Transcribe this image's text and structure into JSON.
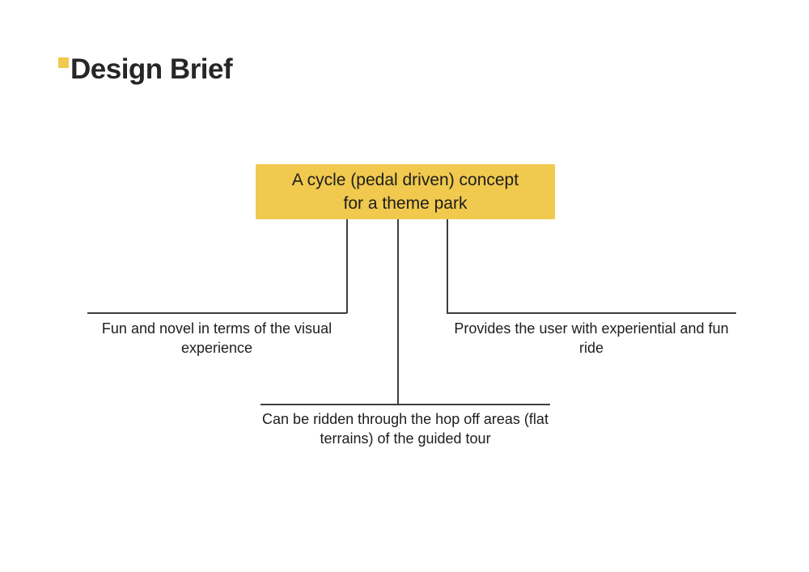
{
  "page": {
    "title": "Design Brief"
  },
  "colors": {
    "accent_yellow": "#F0C94E",
    "line": "#3E3E3E",
    "text": "#1D1D1D"
  },
  "diagram": {
    "root": {
      "line1": "A cycle (pedal driven) concept",
      "line2": "for a theme park"
    },
    "branches": [
      {
        "position": "left",
        "text": "Fun and novel in terms of the visual experience"
      },
      {
        "position": "center",
        "text": "Can be ridden through the hop off areas (flat terrains) of the guided tour"
      },
      {
        "position": "right",
        "text": "Provides the user with experiential and fun ride"
      }
    ]
  }
}
